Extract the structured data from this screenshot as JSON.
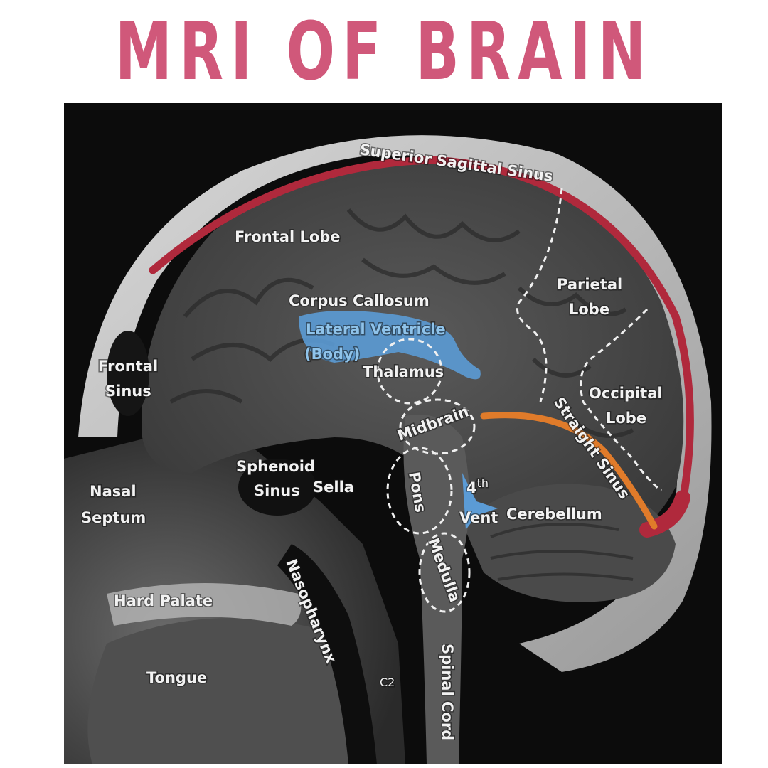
{
  "title": "MRI OF BRAIN",
  "labels": {
    "superior_sagittal_sinus": "Superior Sagittal Sinus",
    "frontal_lobe": "Frontal Lobe",
    "parietal_lobe_1": "Parietal",
    "parietal_lobe_2": "Lobe",
    "corpus_callosum": "Corpus Callosum",
    "lateral_ventricle_1": "Lateral Ventricle",
    "lateral_ventricle_2": "(Body)",
    "thalamus": "Thalamus",
    "frontal_sinus_1": "Frontal",
    "frontal_sinus_2": "Sinus",
    "occipital_lobe_1": "Occipital",
    "occipital_lobe_2": "Lobe",
    "straight_sinus": "Straight Sinus",
    "midbrain": "Midbrain",
    "sphenoid_sinus_1": "Sphenoid",
    "sphenoid_sinus_2": "Sinus",
    "sella": "Sella",
    "nasal_septum_1": "Nasal",
    "nasal_septum_2": "Septum",
    "pons": "Pons",
    "fourth_vent_1": "4",
    "fourth_vent_sup": "th",
    "fourth_vent_2": "Vent",
    "cerebellum": "Cerebellum",
    "medulla": "Medulla",
    "hard_palate": "Hard Palate",
    "nasopharynx": "Nasopharynx",
    "tongue": "Tongue",
    "c2": "C2",
    "spinal_cord": "Spinal Cord"
  },
  "colors": {
    "title": "#d0587a",
    "sinus_red": "#b0293c",
    "straight_sinus_orange": "#e07b2a",
    "ventricle_blue": "#5b9bd5",
    "background": "#0c0c0c"
  }
}
